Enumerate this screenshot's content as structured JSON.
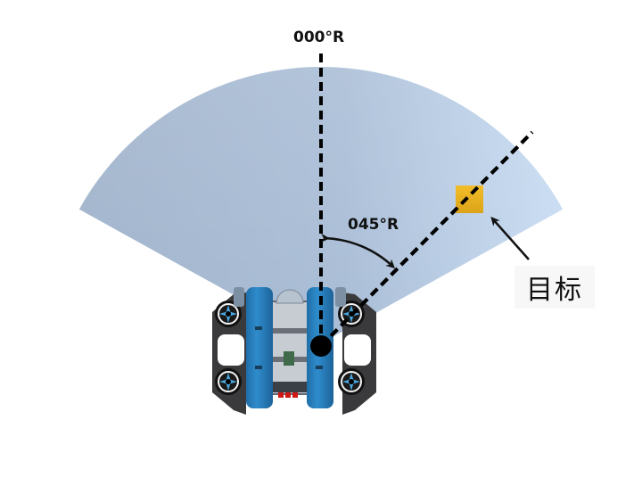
{
  "diagram": {
    "heading_label": "000°R",
    "bearing_label": "045°R",
    "target_label": "目标",
    "sonar_fan": {
      "half_angle_deg": 61,
      "color_left": "#9fb3cc",
      "color_right": "#c7dbf1"
    },
    "target_bearing_deg": 45,
    "target_color": "#e8ac1e",
    "rov_color": "#2a7fbf",
    "frame_color": "#3a3a3c"
  }
}
